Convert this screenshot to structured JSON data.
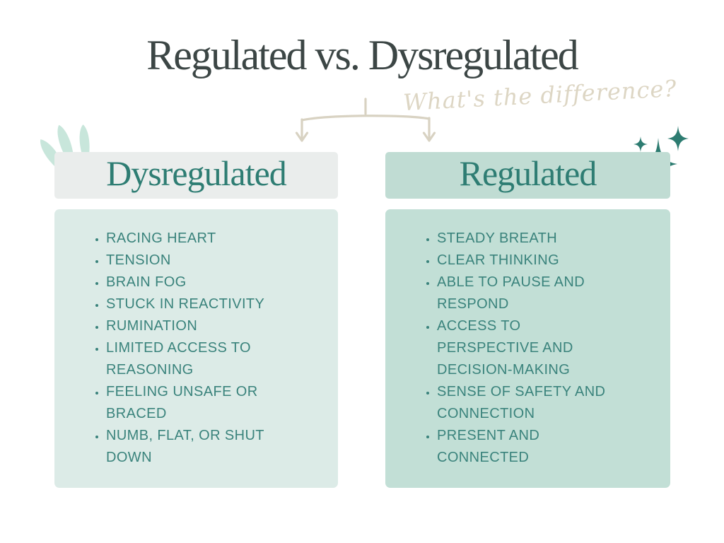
{
  "title": "Regulated vs. Dysregulated",
  "subtitle_script": "What's the difference?",
  "columns": [
    {
      "id": "dysregulated",
      "header": "Dysregulated",
      "items": [
        "RACING HEART",
        "TENSION",
        "BRAIN FOG",
        "STUCK IN REACTIVITY",
        "RUMINATION",
        "LIMITED ACCESS TO\nREASONING",
        "FEELING UNSAFE OR\nBRACED",
        "NUMB, FLAT, OR SHUT\nDOWN"
      ]
    },
    {
      "id": "regulated",
      "header": "Regulated",
      "items": [
        "STEADY BREATH",
        "CLEAR THINKING",
        "ABLE TO PAUSE AND\nRESPOND",
        "ACCESS TO\nPERSPECTIVE AND\nDECISION-MAKING",
        "SENSE OF SAFETY AND\nCONNECTION",
        "PRESENT AND\nCONNECTED"
      ]
    }
  ],
  "decorations": {
    "left": "brush-strokes",
    "right": "sparkles",
    "connector": "split-arrows"
  },
  "colors": {
    "title_text": "#3c4645",
    "accent_teal": "#2e7d73",
    "list_text": "#3a837c",
    "script_text": "#ddd6c4",
    "connector": "#d8d2c2",
    "left_header_bg": "#eaedec",
    "left_list_bg": "#dcebe7",
    "right_header_bg": "#c0dcd3",
    "right_list_bg": "#c2dfd6",
    "brush_mint": "#c8e6db",
    "sparkle_teal": "#2d7c71",
    "background": "#ffffff"
  }
}
